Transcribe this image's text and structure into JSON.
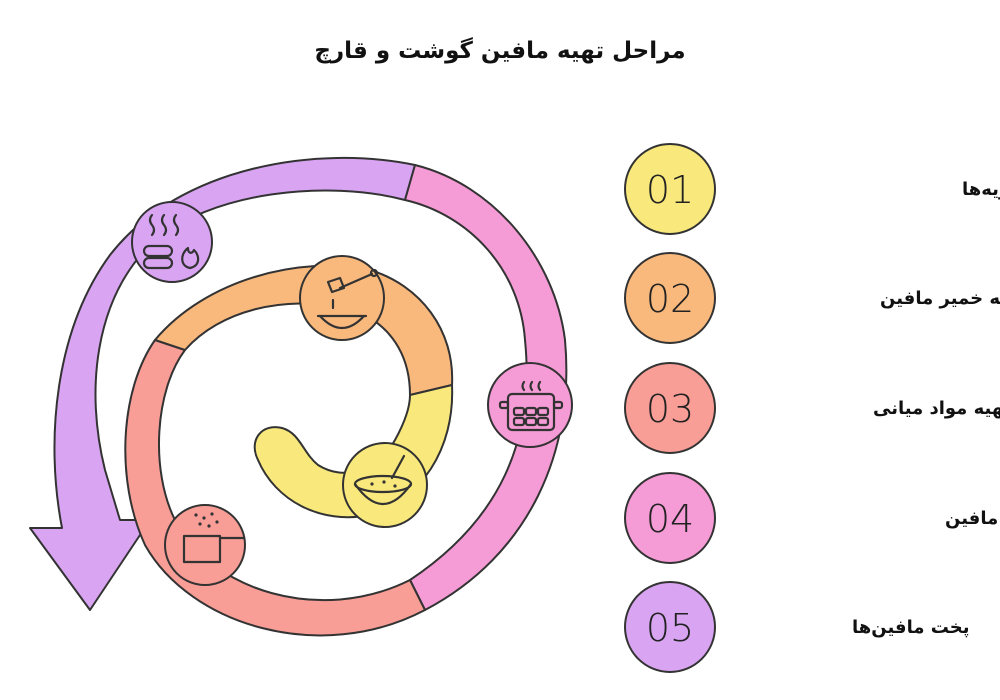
{
  "title": "مراحل تهیه مافین گوشت و قارچ",
  "steps": [
    {
      "number": "01",
      "label": "مخلوط کردن کره و ادویه‌ها",
      "color": "#F9E97C",
      "icon": "honey-dipper-bowl-icon"
    },
    {
      "number": "02",
      "label": "تهیه خمیر مافین",
      "color": "#F9B97D",
      "icon": "mixing-bowl-icon"
    },
    {
      "number": "03",
      "label": "تهیه مواد میانی",
      "color": "#F89E96",
      "icon": "saucepan-icon"
    },
    {
      "number": "04",
      "label": "پر کردن قالب‌های مافین",
      "color": "#F59BD6",
      "icon": "muffin-tray-icon"
    },
    {
      "number": "05",
      "label": "پخت مافین‌ها",
      "color": "#D9A5F3",
      "icon": "cooking-heat-icon"
    }
  ],
  "colors": {
    "yellow": "#F9E97C",
    "orange": "#F9B97D",
    "salmon": "#F89E96",
    "pink": "#F59BD6",
    "purple": "#D9A5F3",
    "outline": "#333333"
  }
}
